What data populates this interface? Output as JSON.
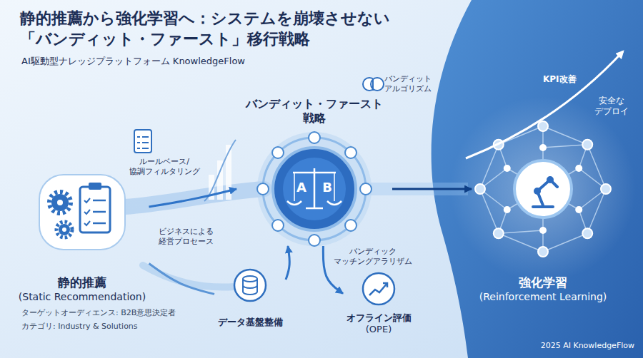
{
  "diagram": {
    "title": "静的推薦から強化学習へ：システムを崩壊させない 「バンディット・ファースト」移行戦略",
    "nodes": [
      {
        "text": [
          "静的推薦",
          "(Static Recommendation)"
        ]
      },
      {
        "text": [
          "バンディット・ファースト 戦略"
        ]
      },
      {
        "text": [
          "データ基盤整備"
        ]
      },
      {
        "text": [
          "オフライン評価",
          "(OPE)"
        ]
      },
      {
        "text": [
          "強化学習",
          "(Reinforcement Learning)"
        ]
      }
    ],
    "edges": [
      {
        "from": 0,
        "to": 1,
        "arrow": "to"
      },
      {
        "from": 0,
        "to": 2,
        "arrow": "none"
      },
      {
        "from": 2,
        "to": 1,
        "arrow": "to"
      },
      {
        "from": 1,
        "to": 3,
        "arrow": "to"
      },
      {
        "from": 1,
        "to": 4,
        "arrow": "to"
      }
    ],
    "labels": [
      "AI駆動型ナレッジプラットフォーム KnowledgeFlow",
      "ルールベース/ 協調フィルタリング",
      "ビジネスによる 経営プロセース",
      "バンディット アルゴリズム",
      "A",
      "B",
      "バンディック マッチングアラリザム",
      "KPI改善",
      "安全な デプロイ",
      "ターゲットオーディエンス: B2B意思決定者",
      "カテゴリ: Industry & Solutions",
      "2025 AI KnowledgeFlow"
    ]
  }
}
